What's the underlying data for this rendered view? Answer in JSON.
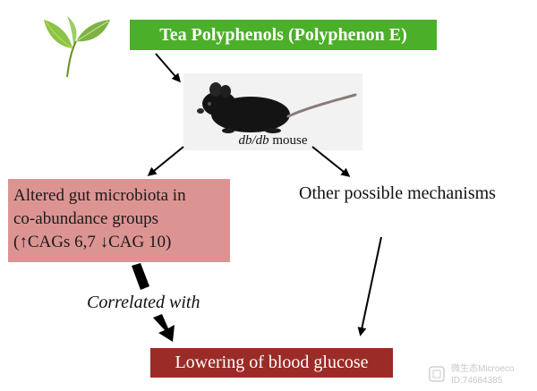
{
  "top_box": {
    "label": "Tea Polyphenols (Polyphenon E)",
    "color": "#4caf2a"
  },
  "mouse": {
    "strain": "db/db",
    "suffix": " mouse"
  },
  "gut_box": {
    "lines": [
      "Altered gut microbiota in",
      "co-abundance groups",
      "(↑CAGs 6,7 ↓CAG 10)"
    ],
    "color": "#dc9493"
  },
  "other_mechanisms": "Other possible mechanisms",
  "correlated": "Correlated with",
  "bottom_box": {
    "label": "Lowering of blood glucose",
    "color": "#9b2b26"
  },
  "watermark": {
    "line1": "微生态Microeco",
    "line2": "ID:74684385"
  },
  "icons": [
    "tea-leaf-icon",
    "mouse-image",
    "watermark-logo-icon"
  ]
}
